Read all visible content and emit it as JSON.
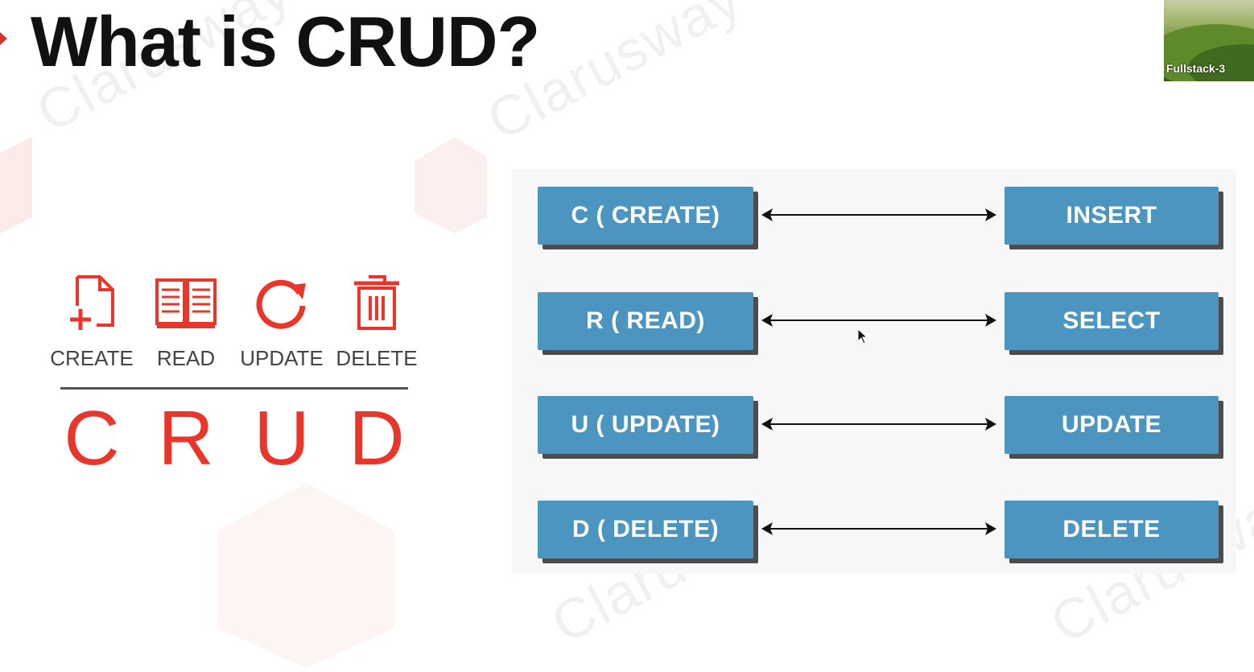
{
  "slide": {
    "title": "What is CRUD?",
    "watermark_text": "Clarusway",
    "accent_color": "#e8362a",
    "box_color": "#4c95c0"
  },
  "video_thumbnail": {
    "label": "Fullstack-3"
  },
  "crud_graphic": {
    "icons": [
      {
        "icon": "file-add-icon",
        "label": "CREATE",
        "letter": "C"
      },
      {
        "icon": "book-icon",
        "label": "READ",
        "letter": "R"
      },
      {
        "icon": "refresh-icon",
        "label": "UPDATE",
        "letter": "U"
      },
      {
        "icon": "trash-icon",
        "label": "DELETE",
        "letter": "D"
      }
    ]
  },
  "mapping": {
    "rows": [
      {
        "crud": "C ( CREATE)",
        "sql": "INSERT"
      },
      {
        "crud": "R ( READ)",
        "sql": "SELECT"
      },
      {
        "crud": "U ( UPDATE)",
        "sql": "UPDATE"
      },
      {
        "crud": "D ( DELETE)",
        "sql": "DELETE"
      }
    ]
  }
}
